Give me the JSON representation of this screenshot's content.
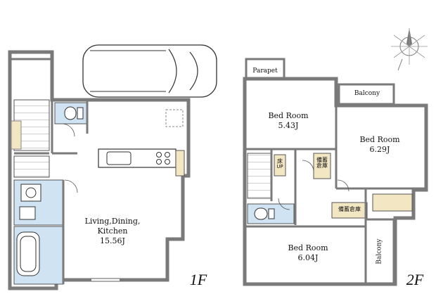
{
  "floor_1": {
    "label": "1F",
    "ldk_name": "Living,Dining,",
    "ldk_name2": "Kitchen",
    "ldk_size": "15.56J"
  },
  "floor_2": {
    "label": "2F",
    "parapet": "Parapet",
    "balcony_top": "Balcony",
    "balcony_side": "Balcony",
    "bedroom_a_name": "Bed Room",
    "bedroom_a_size": "5.43J",
    "bedroom_b_name": "Bed Room",
    "bedroom_b_size": "6.29J",
    "bedroom_c_name": "Bed Room",
    "bedroom_c_size": "6.04J",
    "hatch_1": "床",
    "hatch_2": "UP",
    "storage_1a": "備蓄",
    "storage_1b": "倉庫",
    "storage_2": "備蓄倉庫"
  },
  "colors": {
    "wall": "#7a7a7a",
    "wet_area": "#cfe3f3",
    "storage": "#f3e6c3",
    "line": "#333333"
  },
  "icons": [
    "car-icon",
    "compass-icon",
    "toilet-icon",
    "bathtub-icon",
    "washbasin-icon",
    "kitchen-sink-icon",
    "stove-icon"
  ]
}
